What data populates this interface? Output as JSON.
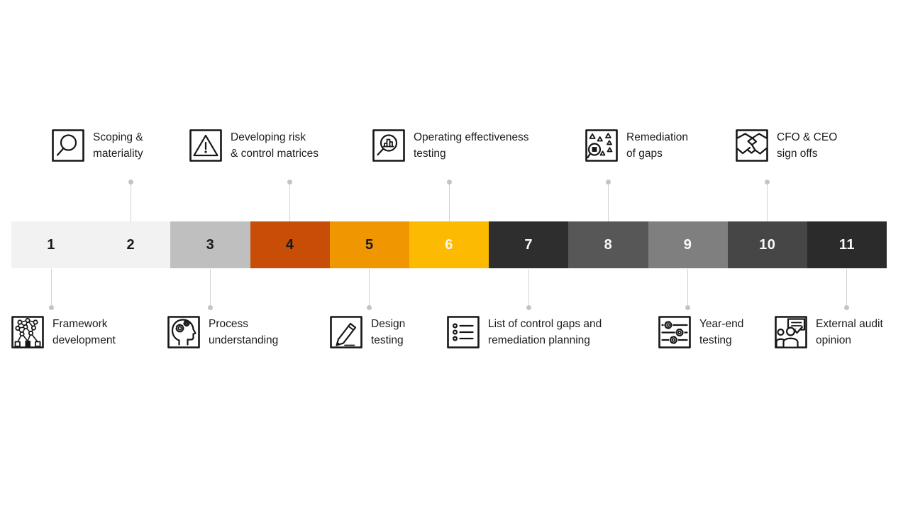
{
  "diagram": {
    "description": "11-step process timeline strip with labels above and below",
    "steps": [
      {
        "num": "1",
        "color": "#f2f2f2",
        "number_color": "#1a1a1a"
      },
      {
        "num": "2",
        "color": "#f2f2f2",
        "number_color": "#1a1a1a"
      },
      {
        "num": "3",
        "color": "#bfbfbf",
        "number_color": "#1a1a1a"
      },
      {
        "num": "4",
        "color": "#c84e07",
        "number_color": "#1a1a1a"
      },
      {
        "num": "5",
        "color": "#ef9601",
        "number_color": "#1a1a1a"
      },
      {
        "num": "6",
        "color": "#fcba03",
        "number_color": "#fafafa"
      },
      {
        "num": "7",
        "color": "#2e2e2e",
        "number_color": "#fafafa"
      },
      {
        "num": "8",
        "color": "#575757",
        "number_color": "#fafafa"
      },
      {
        "num": "9",
        "color": "#7f7f7f",
        "number_color": "#fafafa"
      },
      {
        "num": "10",
        "color": "#464646",
        "number_color": "#fafafa"
      },
      {
        "num": "11",
        "color": "#2b2b2b",
        "number_color": "#fafafa"
      }
    ],
    "top_labels": [
      {
        "step": 2,
        "icon": "magnifier-icon",
        "label": "Scoping &\nmateriality"
      },
      {
        "step": 4,
        "icon": "warning-triangle-icon",
        "label": "Developing risk\n& control matrices"
      },
      {
        "step": 6,
        "icon": "chart-magnifier-icon",
        "label": "Operating effectiveness\ntesting"
      },
      {
        "step": 8,
        "icon": "gap-scan-icon",
        "label": "Remediation\nof gaps"
      },
      {
        "step": 10,
        "icon": "handshake-icon",
        "label": "CFO & CEO\nsign offs"
      }
    ],
    "bottom_labels": [
      {
        "step": 1,
        "icon": "decision-tree-icon",
        "label": "Framework\ndevelopment"
      },
      {
        "step": 3,
        "icon": "head-gears-icon",
        "label": "Process\nunderstanding"
      },
      {
        "step": 5,
        "icon": "pencil-icon",
        "label": "Design\ntesting"
      },
      {
        "step": 7,
        "icon": "checklist-icon",
        "label": "List of control gaps and\nremediation planning"
      },
      {
        "step": 9,
        "icon": "gear-sliders-icon",
        "label": "Year-end\ntesting"
      },
      {
        "step": 11,
        "icon": "audit-discussion-icon",
        "label": "External audit\nopinion"
      }
    ],
    "connector_color": "#d2d2d2",
    "dot_color": "#c4c4c4",
    "background": "#ffffff"
  }
}
